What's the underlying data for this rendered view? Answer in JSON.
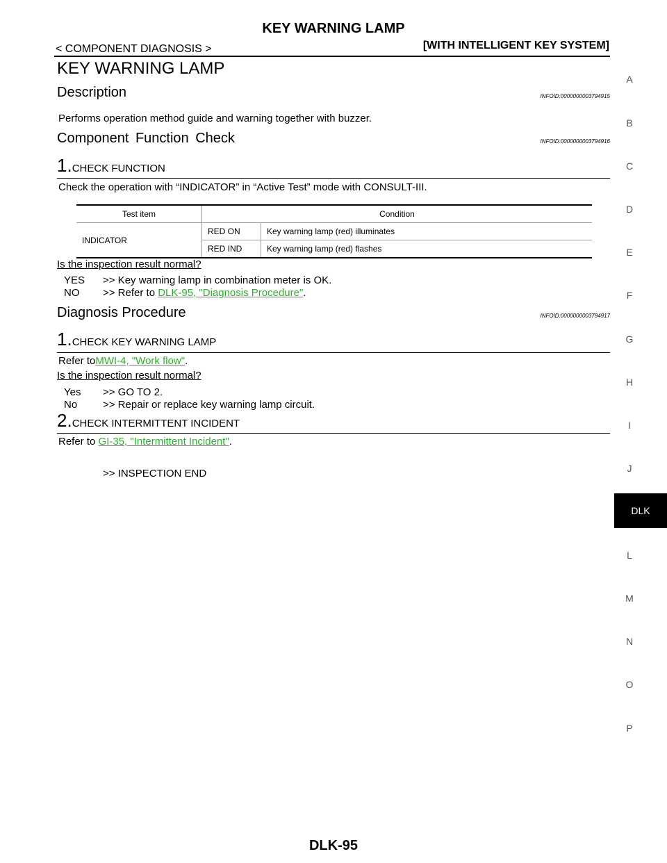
{
  "header": {
    "title": "KEY WARNING LAMP",
    "left": "< COMPONENT DIAGNOSIS >",
    "right": "[WITH INTELLIGENT KEY SYSTEM]"
  },
  "main_title": "KEY WARNING LAMP",
  "description": {
    "heading": "Description",
    "infoid": "INFOID:0000000003794915",
    "text": "Performs operation method guide and warning together with buzzer."
  },
  "function_check": {
    "heading": "Component Function Check",
    "infoid": "INFOID:0000000003794916",
    "step_num": "1.",
    "step_title": "CHECK FUNCTION",
    "instruction": "Check the operation with “INDICATOR” in “Active Test” mode with CONSULT-III.",
    "table": {
      "header_item": "Test item",
      "header_condition": "Condition",
      "item": "INDICATOR",
      "rows": [
        {
          "mode": "RED ON",
          "result": "Key warning lamp (red) illuminates"
        },
        {
          "mode": "RED IND",
          "result": "Key warning lamp (red) flashes"
        }
      ]
    },
    "question": "Is the inspection result normal?",
    "yes_key": "YES",
    "yes_text": ">> Key warning lamp in combination meter is OK.",
    "no_key": "NO",
    "no_prefix": ">> Refer to ",
    "no_link": "DLK-95, \"Diagnosis Procedure\"",
    "no_suffix": "."
  },
  "diagnosis": {
    "heading": "Diagnosis Procedure",
    "infoid": "INFOID:0000000003794917",
    "step1_num": "1.",
    "step1_title": "CHECK KEY WARNING LAMP",
    "step1_prefix": "Refer to",
    "step1_link": "MWI-4, \"Work flow\"",
    "step1_suffix": ".",
    "question": "Is the inspection result normal?",
    "yes_key": "Yes",
    "yes_text": ">> GO TO 2.",
    "no_key": "No",
    "no_text": ">> Repair or replace key warning lamp circuit.",
    "step2_num": "2.",
    "step2_title": "CHECK INTERMITTENT INCIDENT",
    "step2_prefix": "Refer to ",
    "step2_link": "GI-35, \"Intermittent Incident\"",
    "step2_suffix": ".",
    "end": ">> INSPECTION END"
  },
  "side_tabs": [
    "A",
    "B",
    "C",
    "D",
    "E",
    "F",
    "G",
    "H",
    "I",
    "J",
    "DLK",
    "L",
    "M",
    "N",
    "O",
    "P"
  ],
  "active_tab": "DLK",
  "footer": "DLK-95",
  "colors": {
    "link": "#2bb02b",
    "active_tab_bg": "#000000"
  }
}
